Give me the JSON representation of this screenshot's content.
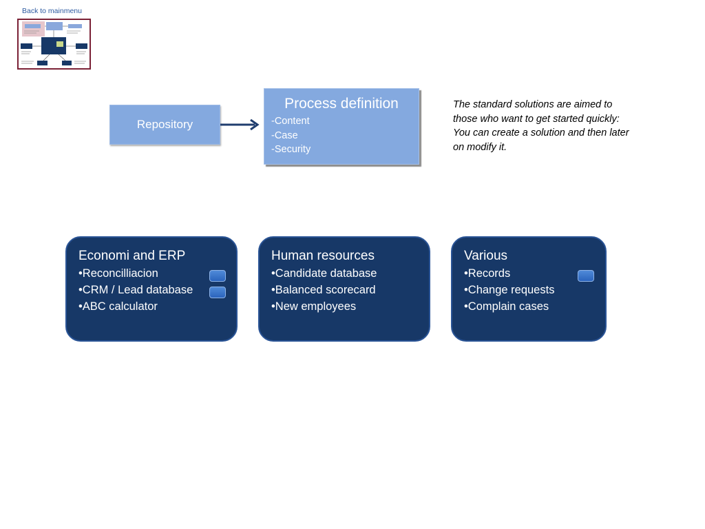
{
  "nav": {
    "back_label": "Back to mainmenu"
  },
  "diagram": {
    "repository_label": "Repository",
    "process": {
      "title": "Process definition",
      "items": [
        "-Content",
        "-Case",
        "-Security"
      ]
    },
    "note": "The standard solutions are aimed to those who want to get started quickly: You can create a solution and then later on modify it."
  },
  "categories": [
    {
      "title": "Economi and ERP",
      "items": [
        "•Reconcilliacion",
        "•CRM / Lead database",
        "•ABC calculator"
      ]
    },
    {
      "title": "Human resources",
      "items": [
        "•Candidate database",
        "•Balanced scorecard",
        "•New employees"
      ]
    },
    {
      "title": "Various",
      "items": [
        "•Records",
        "•Change requests",
        "•Complain cases"
      ]
    }
  ],
  "colors": {
    "light_box": "#84a9df",
    "dark_card": "#173867",
    "card_border": "#2a5496",
    "arrow": "#1f3d6e",
    "link": "#2c5aa0",
    "thumb_border": "#7a2035"
  }
}
